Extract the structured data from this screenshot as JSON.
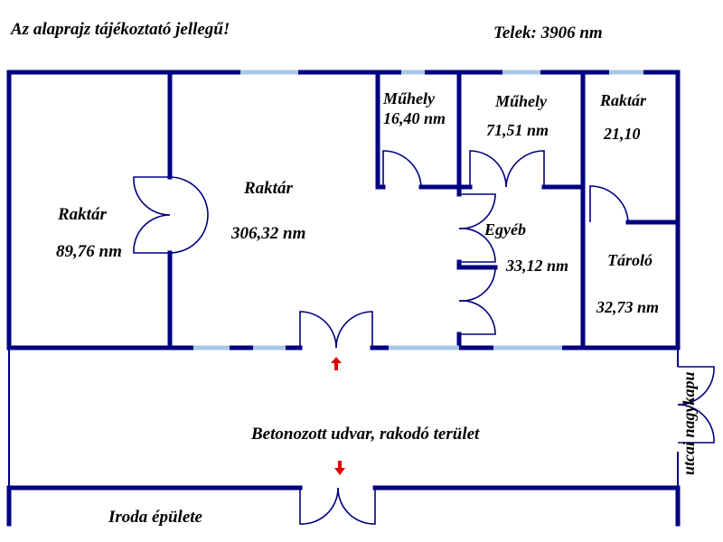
{
  "header": {
    "disclaimer": "Az alaprajz tájékoztató jellegű!",
    "plot_size": "Telek: 3906 nm"
  },
  "rooms": {
    "raktar_left": {
      "name": "Raktár",
      "area": "89,76 nm"
    },
    "raktar_main": {
      "name": "Raktár",
      "area": "306,32 nm"
    },
    "muhely_small": {
      "name": "Műhely",
      "area": "16,40 nm"
    },
    "muhely_large": {
      "name": "Műhely",
      "area": "71,51 nm"
    },
    "raktar_small": {
      "name": "Raktár",
      "area": "21,10"
    },
    "egyeb": {
      "name": "Egyéb",
      "area": "33,12 nm"
    },
    "tarolo": {
      "name": "Tároló",
      "area": "32,73 nm"
    }
  },
  "yard": {
    "label": "Betonozott udvar, rakodó terület"
  },
  "gate": {
    "label": "utcai nagykapu"
  },
  "office": {
    "label": "Iroda épülete"
  },
  "colors": {
    "wall": "#000080",
    "window": "#a9c8e8",
    "arrow": "#e00000"
  }
}
